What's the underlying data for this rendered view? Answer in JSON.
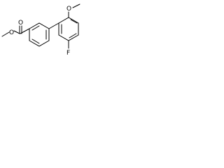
{
  "molecule": {
    "atoms": {
      "ester_carbonyl_oxygen": "O",
      "ester_single_oxygen": "O",
      "methoxy_oxygen": "O",
      "fluorine": "F"
    },
    "colors": {
      "bond": "#000000",
      "label": "#000000",
      "background": "#ffffff"
    }
  }
}
